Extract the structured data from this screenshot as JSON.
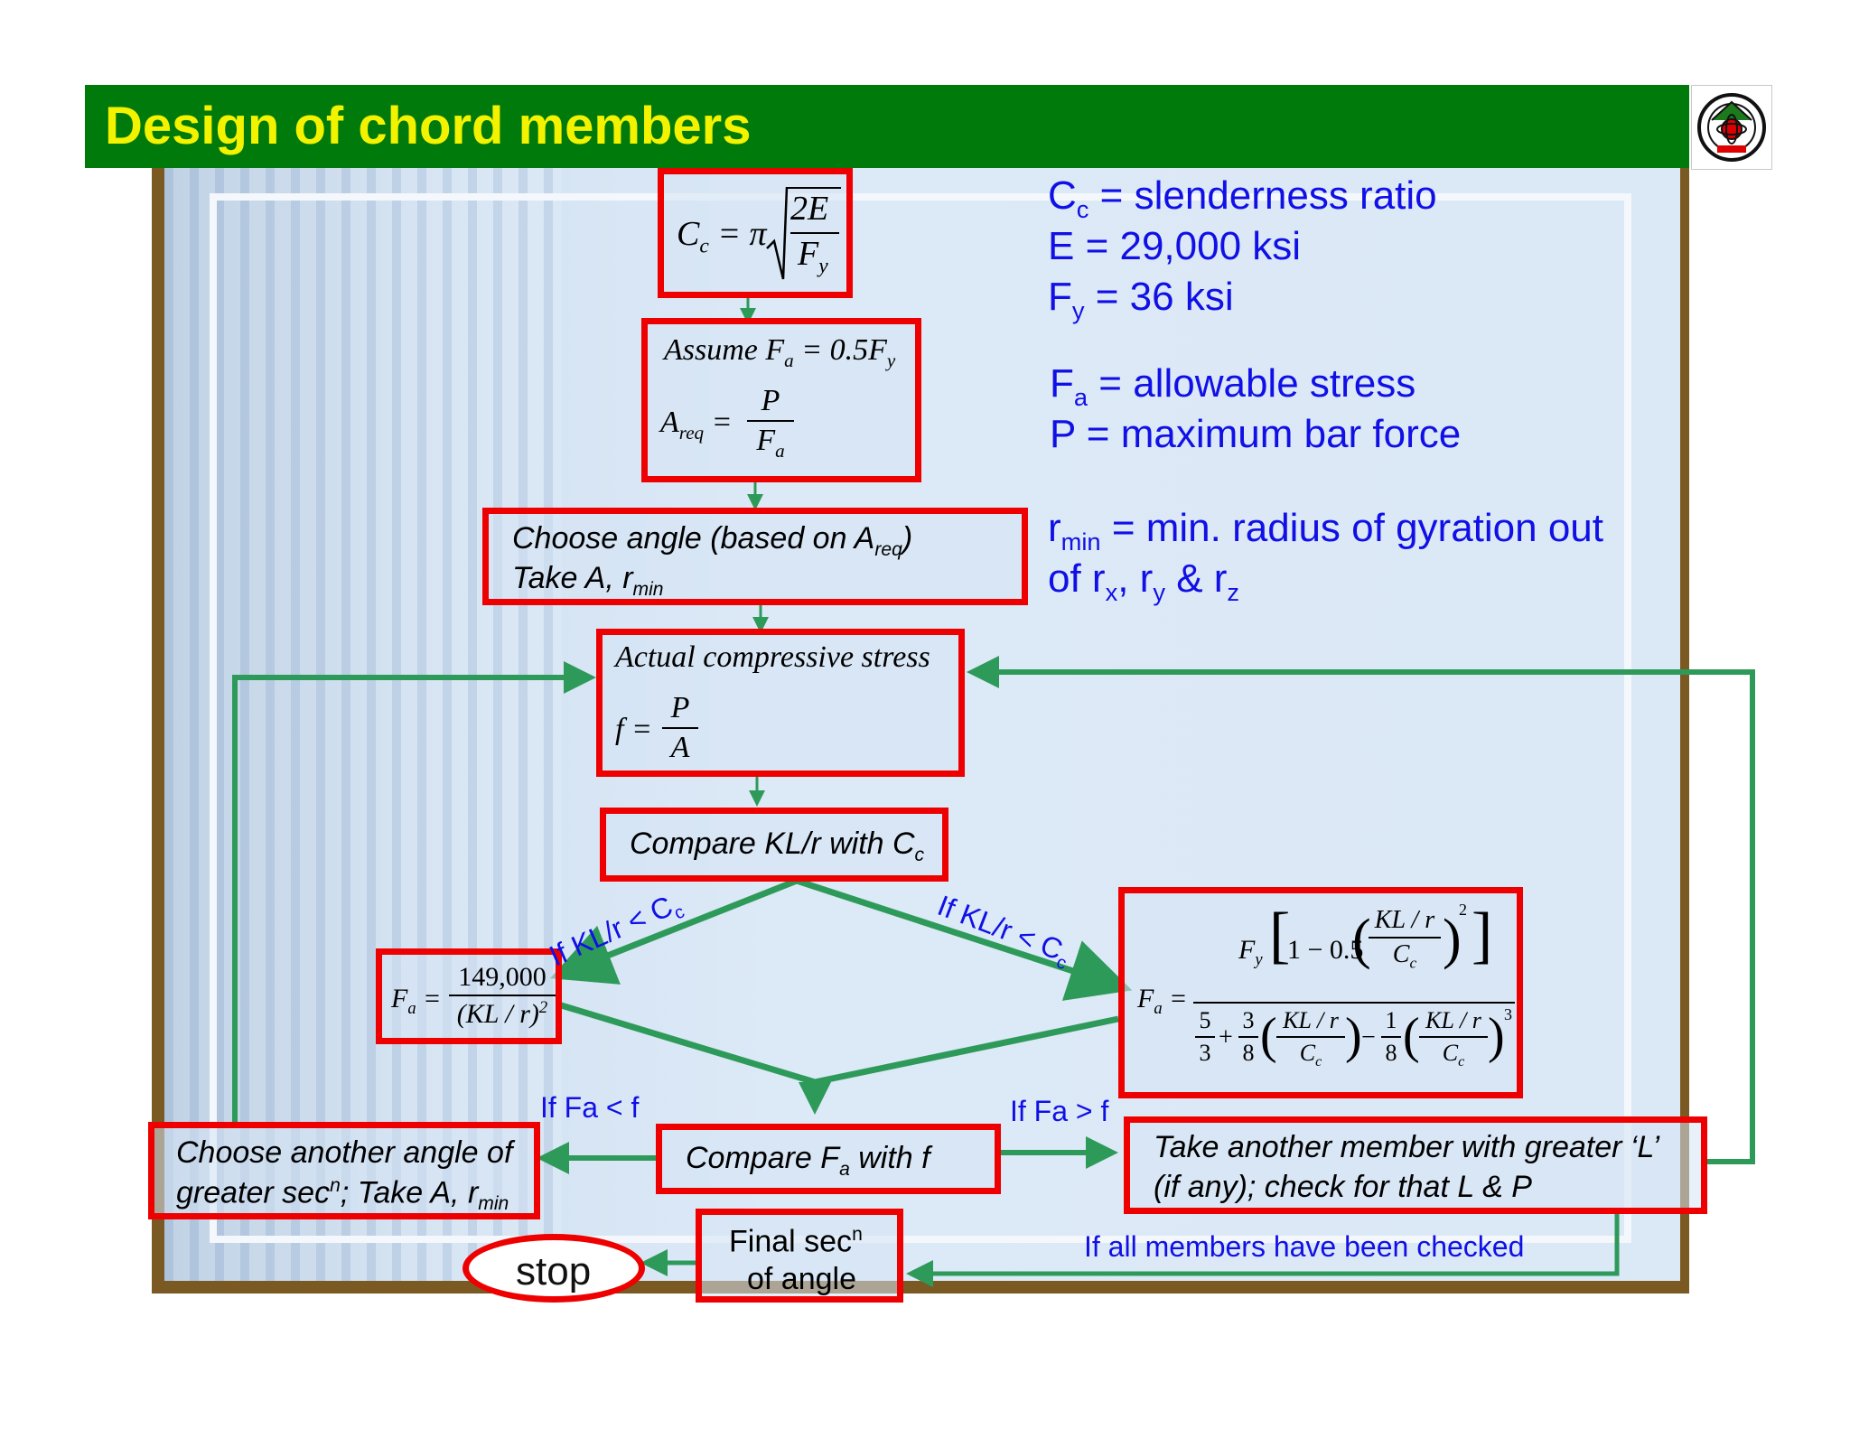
{
  "title": "Design of chord members",
  "colors": {
    "title_bar": "#007a0a",
    "title_text": "#f3f300",
    "box_border": "#ee0000",
    "arrow": "#2e9a5a",
    "definition_text": "#1010e6"
  },
  "logo": {
    "icon": "university-seal-icon"
  },
  "definitions": {
    "cc": {
      "sym": "C",
      "sub": "c",
      "text": " = slenderness ratio"
    },
    "e": {
      "text": "E = 29,000 ksi"
    },
    "fy": {
      "sym": "F",
      "sub": "y",
      "text": " = 36 ksi"
    },
    "fa": {
      "sym": "F",
      "sub": "a",
      "text": " = allowable stress"
    },
    "p": {
      "text": "P = maximum bar force"
    },
    "rmin_line1": {
      "sym": "r",
      "sub": "min",
      "text": " = min. radius of gyration out"
    },
    "rmin_line2": {
      "a": "of r",
      "sub_x": "x",
      "b": ", r",
      "sub_y": "y",
      "c": " & r",
      "sub_z": "z"
    }
  },
  "flow": {
    "cc_formula": {
      "lhs": "C",
      "lhs_sub": "c",
      "eq": "= π",
      "num": "2E",
      "den": "F",
      "den_sub": "y"
    },
    "assume": {
      "text": "Assume F",
      "sub_a": "a",
      "eq": " = 0.5F",
      "sub_y": "y",
      "areq": "A",
      "areq_sub": "req",
      "num": "P",
      "den": "F",
      "den_sub": "a"
    },
    "choose_angle": {
      "line1": "Choose angle (based on A",
      "line1_sub": "req",
      "line1_end": ")",
      "line2": "Take A, r",
      "line2_sub": "min"
    },
    "actual_stress": {
      "title": "Actual compressive stress",
      "lhs": "f =",
      "num": "P",
      "den": "A"
    },
    "compare_kl": {
      "text": "Compare KL/r with C",
      "sub": "c"
    },
    "fa_left": {
      "lhs": "F",
      "lhs_sub": "a",
      "eq": "=",
      "num": "149,000",
      "den": "(KL / r)",
      "den_sup": "2"
    },
    "fa_right": {
      "lhs": "F",
      "lhs_sub": "a",
      "eq": "=",
      "fy": "F",
      "fy_sub": "y",
      "bracket": "1 − 0.5",
      "kl": "KL / r",
      "cc": "C",
      "cc_sub": "c",
      "sq": "2",
      "five": "5",
      "three": "3",
      "plus": "+",
      "three2": "3",
      "eight": "8",
      "minus": "−",
      "one": "1",
      "eight2": "8",
      "cube": "3"
    },
    "compare_fa": {
      "text": "Compare F",
      "sub": "a",
      "end": " with f"
    },
    "choose_another": {
      "line1": "Choose another angle of",
      "line2": "greater sec",
      "line2_sup": "n",
      "line2_b": "; Take A, r",
      "line2_sub": "min"
    },
    "take_another": {
      "line1": "Take another member with greater ‘L’",
      "line2": "(if any); check for that L & P"
    },
    "final": {
      "line1": "Final sec",
      "line1_sup": "n",
      "line2": "of angle"
    },
    "stop": "stop"
  },
  "conditions": {
    "kl_left": {
      "text": "If KL/r < C",
      "sub": "c"
    },
    "kl_right": {
      "text": "If KL/r < C",
      "sub": "c"
    },
    "fa_less": "If Fa < f",
    "fa_greater": "If Fa > f",
    "all_checked": "If all members have been checked"
  }
}
